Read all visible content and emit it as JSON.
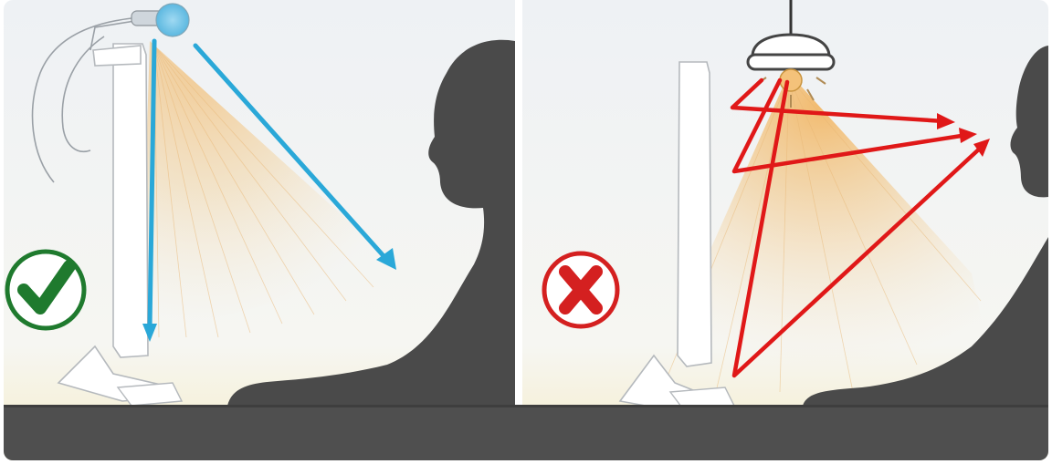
{
  "image": {
    "description_panels": [
      {
        "id": "left",
        "verdict": "correct",
        "verdict_icon": "check-mark-icon",
        "light_source": "monitor-light-bar-icon",
        "arrow_color": "#2aa8d8",
        "badge_color": "#1f7a2e"
      },
      {
        "id": "right",
        "verdict": "incorrect",
        "verdict_icon": "x-mark-icon",
        "light_source": "ceiling-pendant-lamp-icon",
        "arrow_color": "#e01818",
        "badge_color": "#d42020"
      }
    ],
    "colors": {
      "background_top": "#f4f6f8",
      "glow_warm": "#f3c27a",
      "silhouette": "#4a4a4a",
      "desk": "#4f4f4f",
      "divider": "#ffffff"
    }
  }
}
